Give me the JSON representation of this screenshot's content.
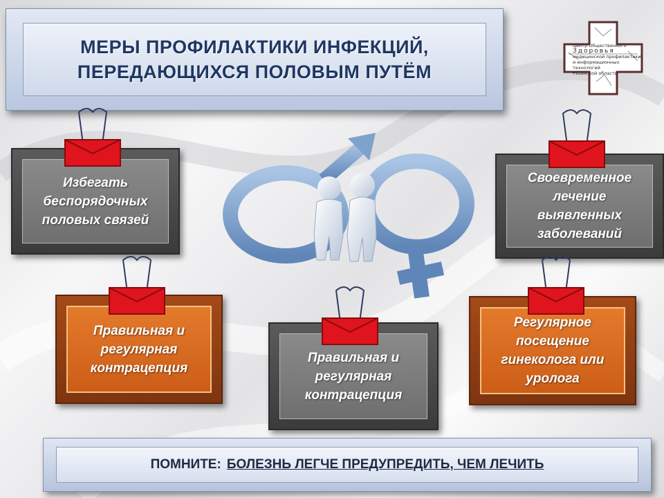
{
  "title": {
    "line1": "МЕРЫ ПРОФИЛАКТИКИ ИНФЕКЦИЙ,",
    "line2": "ПЕРЕДАЮЩИХСЯ ПОЛОВЫМ ПУТЁМ"
  },
  "logo": {
    "line1": "Центр Общественного",
    "line2": "Здоровья",
    "line3": "медицинской профилактики",
    "line4": "и информационных технологий",
    "line5": "Рязанской области"
  },
  "cards": [
    {
      "id": "avoid",
      "lines": [
        "Избегать",
        "беспорядочных",
        "половых связей"
      ],
      "style": "gray"
    },
    {
      "id": "treatment",
      "lines": [
        "Своевременное",
        "лечение",
        "выявленных",
        "заболеваний"
      ],
      "style": "gray"
    },
    {
      "id": "contraception-orange",
      "lines": [
        "Правильная и",
        "регулярная",
        "контрацепция"
      ],
      "style": "orange"
    },
    {
      "id": "contraception-gray",
      "lines": [
        "Правильная и",
        "регулярная",
        "контрацепция"
      ],
      "style": "gray"
    },
    {
      "id": "doctor-visits",
      "lines": [
        "Регулярное",
        "посещение",
        "гинеколога или",
        "уролога"
      ],
      "style": "orange"
    }
  ],
  "footer": {
    "lead": "ПОМНИТЕ:",
    "rest": "БОЛЕЗНЬ ЛЕГЧЕ ПРЕДУПРЕДИТЬ, ЧЕМ ЛЕЧИТЬ"
  },
  "colors": {
    "title_text": "#1f3763",
    "card_gray": "#7a7a7a",
    "card_orange": "#d8641c",
    "clip_red": "#e0141c"
  }
}
